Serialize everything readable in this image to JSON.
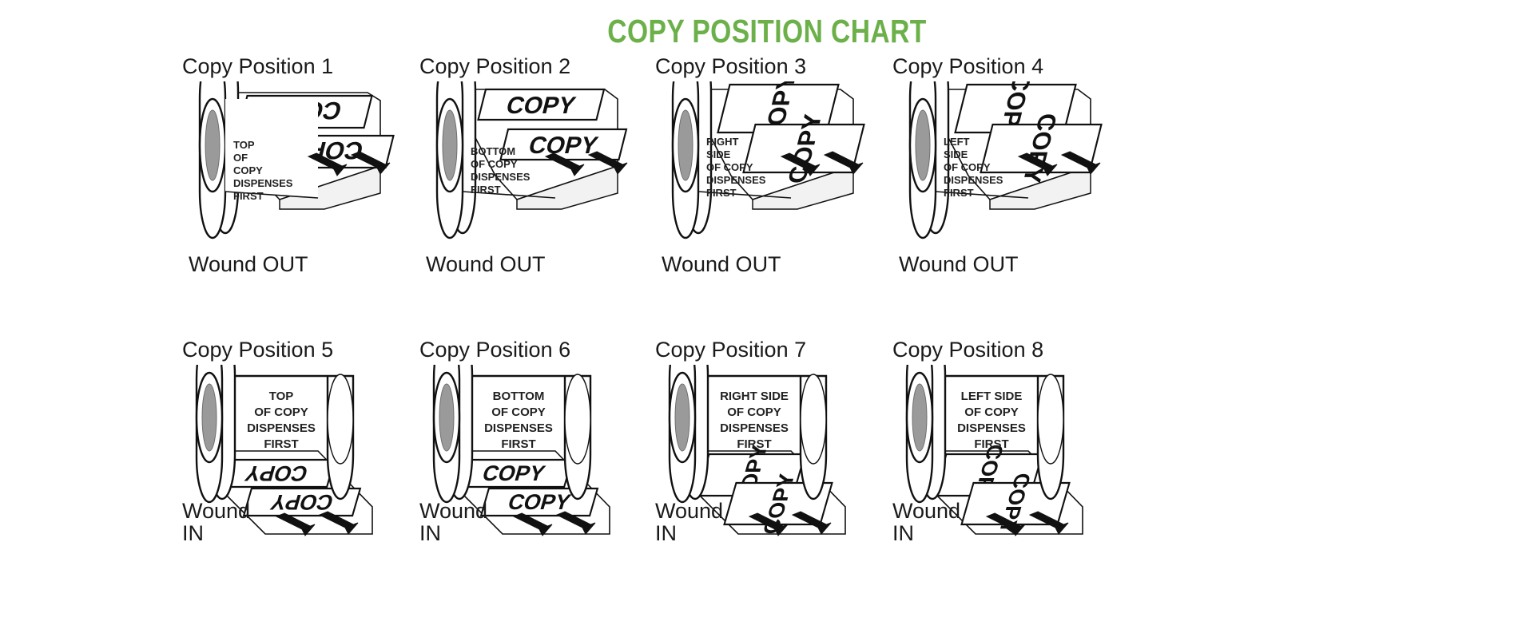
{
  "title": "COPY POSITION CHART",
  "accent_color": "#6cb04a",
  "background_color": "#ffffff",
  "text_color": "#1a1a1a",
  "core_color": "#9a9a9a",
  "label_word": "COPY",
  "wound_out_label": "Wound OUT",
  "wound_in_label": "Wound\nIN",
  "rows": [
    {
      "wound": "OUT",
      "cells": [
        {
          "title": "Copy Position 1",
          "roll_text": [
            "TOP",
            "OF",
            "COPY",
            "DISPENSES",
            "FIRST"
          ],
          "wound_label": "Wound OUT"
        },
        {
          "title": "Copy Position 2",
          "roll_text": [
            "BOTTOM",
            "OF COPY",
            "DISPENSES",
            "FIRST"
          ],
          "wound_label": "Wound OUT"
        },
        {
          "title": "Copy Position 3",
          "roll_text": [
            "RIGHT",
            "SIDE",
            "OF COPY",
            "DISPENSES",
            "FIRST"
          ],
          "wound_label": "Wound OUT"
        },
        {
          "title": "Copy Position 4",
          "roll_text": [
            "LEFT",
            "SIDE",
            "OF COPY",
            "DISPENSES",
            "FIRST"
          ],
          "wound_label": "Wound OUT"
        }
      ]
    },
    {
      "wound": "IN",
      "cells": [
        {
          "title": "Copy Position 5",
          "roll_text": [
            "TOP",
            "OF COPY",
            "DISPENSES",
            "FIRST"
          ],
          "wound_label": "Wound\nIN"
        },
        {
          "title": "Copy Position 6",
          "roll_text": [
            "BOTTOM",
            "OF COPY",
            "DISPENSES",
            "FIRST"
          ],
          "wound_label": "Wound\nIN"
        },
        {
          "title": "Copy Position 7",
          "roll_text": [
            "RIGHT SIDE",
            "OF COPY",
            "DISPENSES",
            "FIRST"
          ],
          "wound_label": "Wound\nIN"
        },
        {
          "title": "Copy Position 8",
          "roll_text": [
            "LEFT SIDE",
            "OF COPY",
            "DISPENSES",
            "FIRST"
          ],
          "wound_label": "Wound\nIN"
        }
      ]
    }
  ]
}
